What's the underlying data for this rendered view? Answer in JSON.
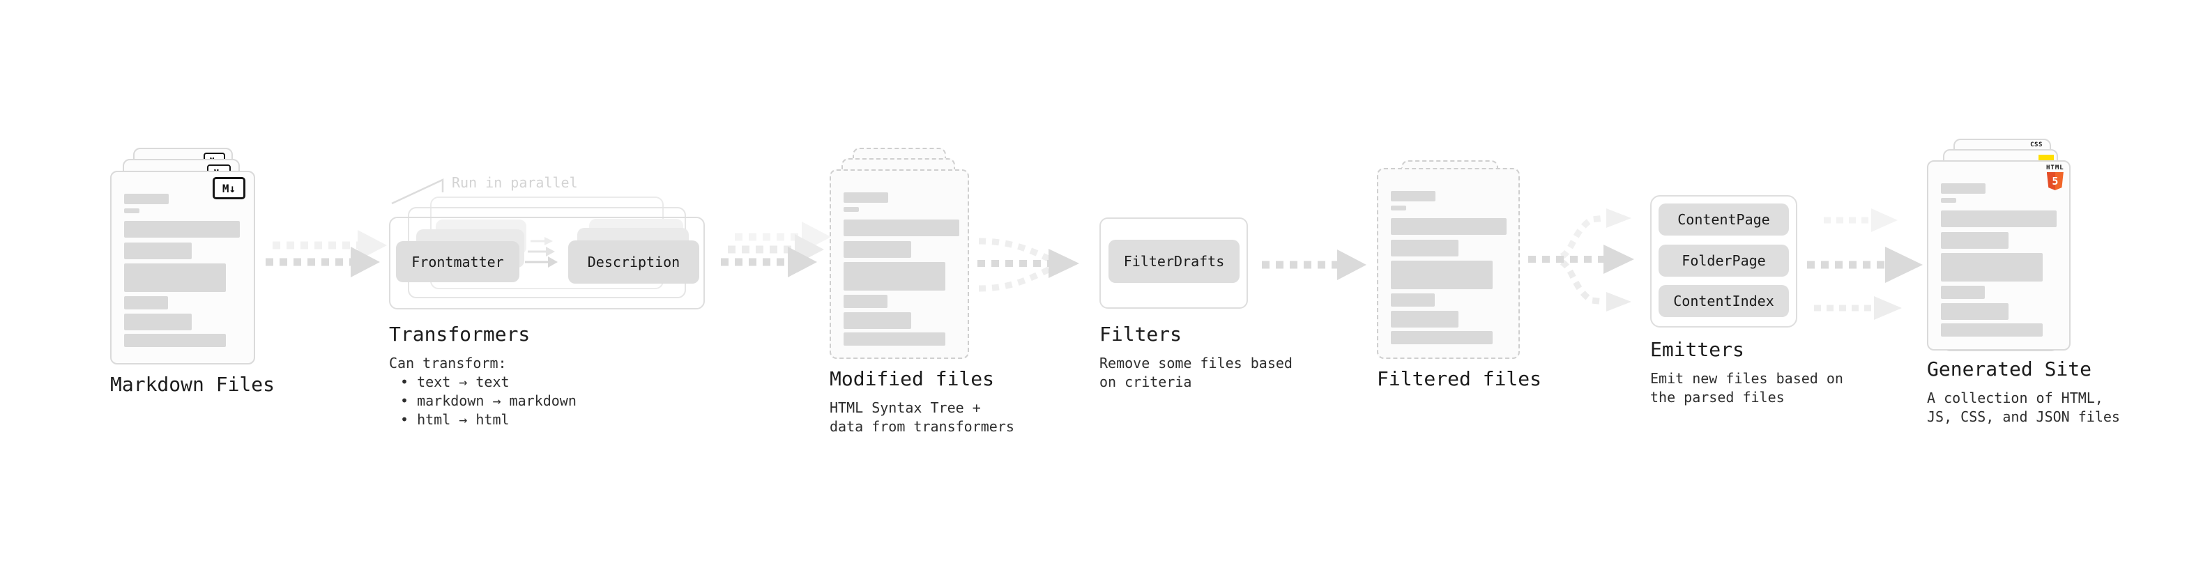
{
  "stages": {
    "markdown": {
      "title": "Markdown Files",
      "badge": "M↓"
    },
    "transformers": {
      "title": "Transformers",
      "note": "Run in parallel",
      "pill_left": "Frontmatter",
      "pill_right": "Description",
      "desc_heading": "Can transform:",
      "bullets": [
        "• text → text",
        "• markdown → markdown",
        "• html → html"
      ]
    },
    "modified": {
      "title": "Modified files",
      "desc": [
        "HTML Syntax Tree +",
        "data from transformers"
      ]
    },
    "filters": {
      "title": "Filters",
      "pill": "FilterDrafts",
      "desc": [
        "Remove some files based",
        "on criteria"
      ]
    },
    "filtered": {
      "title": "Filtered files"
    },
    "emitters": {
      "title": "Emitters",
      "pills": [
        "ContentPage",
        "FolderPage",
        "ContentIndex"
      ],
      "desc": [
        "Emit new files based on",
        "the parsed files"
      ]
    },
    "generated": {
      "title": "Generated Site",
      "desc": [
        "A collection of HTML,",
        "JS, CSS, and JSON files"
      ],
      "css_badge": "CSS",
      "html_badge_label": "HTML",
      "html_badge_number": "5"
    }
  },
  "colors": {
    "arrow": "#dadada",
    "arrow_ghost": "#eeeeee",
    "doc_border": "#dadada",
    "doc_border_dashed": "#cfcfcf",
    "bar_fill": "#d9d9d9",
    "pill_fill": "#dedede",
    "note_gray": "#d3d3d3",
    "css_blue": "#2d62e9",
    "js_yellow": "#ffde00",
    "html_orange": "#e44d26"
  }
}
